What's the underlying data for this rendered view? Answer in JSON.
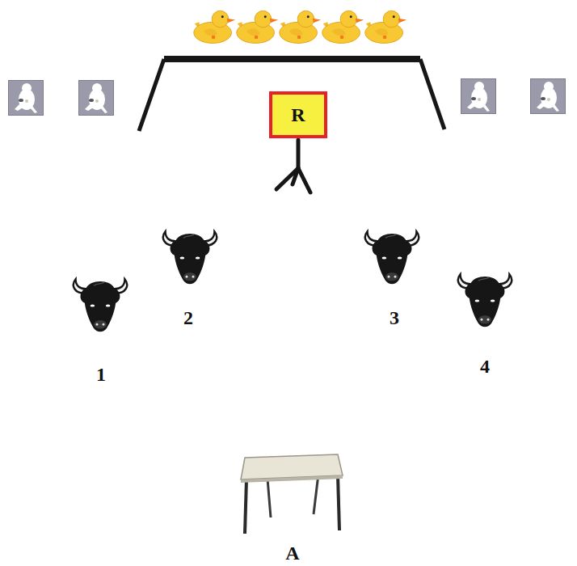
{
  "diagram": {
    "nodes": [
      {
        "text": [
          "R"
        ]
      }
    ],
    "labels": [
      "1",
      "2",
      "3",
      "4",
      "A"
    ]
  }
}
